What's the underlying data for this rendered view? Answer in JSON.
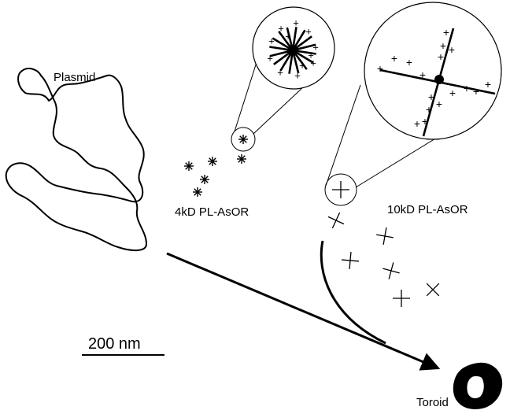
{
  "labels": {
    "plasmid": "Plasmid",
    "pl4": "4kD PL-AsOR",
    "pl10": "10kD PL-AsOR",
    "toroid": "Toroid",
    "scale": "200 nm"
  },
  "colors": {
    "ink": "#000000",
    "background": "#ffffff"
  },
  "glyphs": {
    "plus": "+"
  }
}
